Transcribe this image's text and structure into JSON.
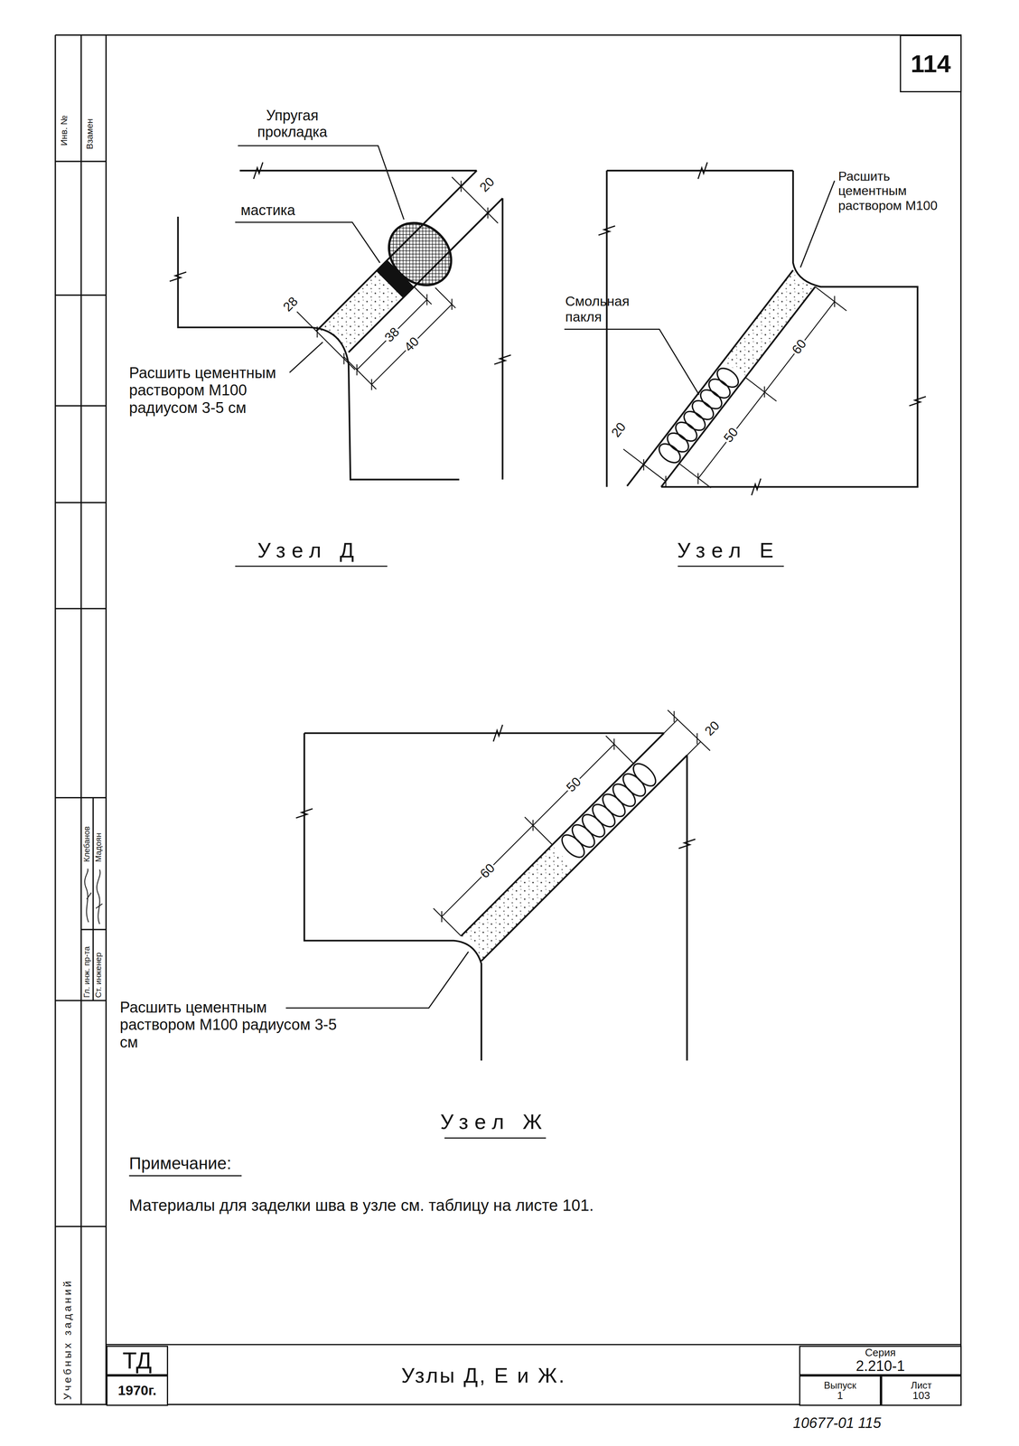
{
  "diagram": {
    "title": "Узлы Д, Е и Ж.",
    "nodes": [
      {
        "text": [
          "114"
        ]
      },
      {
        "text": [
          "ТД"
        ]
      },
      {
        "text": [
          "1970г."
        ]
      },
      {
        "text": [
          "Серия",
          "2.210-1"
        ]
      },
      {
        "text": [
          "Выпуск",
          "1"
        ]
      },
      {
        "text": [
          "Лист",
          "103"
        ]
      }
    ],
    "labels": [
      "Упругая прокладка",
      "мастика",
      "20",
      "28",
      "38",
      "40",
      "Расшить цементным раствором М100 радиусом 3-5 см",
      "Узел Д",
      "Расшить цементным раствором М100",
      "Смольная пакля",
      "60",
      "50",
      "20",
      "Узел Е",
      "50",
      "60",
      "20",
      "Расшить цементным раствором М100 радиусом 3-5 см",
      "Узел Ж",
      "Примечание:",
      "Материалы для заделки шва в узле см. таблицу на листе 101.",
      "Инв. №",
      "Взамен",
      "Клебанов",
      "Мадоян",
      "Гл. инж. пр-та",
      "Ст. инженер",
      "Учебных заданий",
      "10677-01 115"
    ]
  }
}
